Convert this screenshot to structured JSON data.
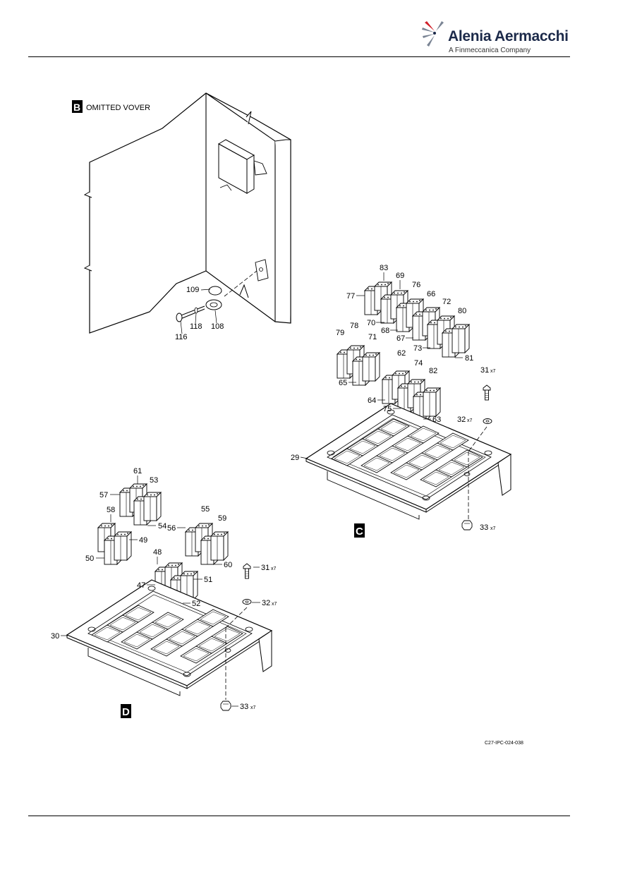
{
  "header": {
    "company": "Alenia Aermacchi",
    "tagline": "A Finmeccanica Company"
  },
  "views": {
    "B": {
      "letter": "B",
      "title": "OMITTED VOVER"
    },
    "C": {
      "letter": "C"
    },
    "D": {
      "letter": "D"
    }
  },
  "callouts": {
    "b109": "109",
    "b116": "116",
    "b118": "118",
    "b108": "108",
    "c83": "83",
    "c69": "69",
    "c77": "77",
    "c76": "76",
    "c66": "66",
    "c72": "72",
    "c80": "80",
    "c70": "70",
    "c68": "68",
    "c67": "67",
    "c73": "73",
    "c81": "81",
    "c79": "79",
    "c78": "78",
    "c71": "71",
    "c65": "65",
    "c62": "62",
    "c74": "74",
    "c82": "82",
    "c64": "64",
    "c75": "75",
    "c63": "63",
    "c31": "31",
    "c32": "32",
    "c29": "29",
    "c33": "33",
    "d61": "61",
    "d53": "53",
    "d57": "57",
    "d58": "58",
    "d54": "54",
    "d49": "49",
    "d50": "50",
    "d55": "55",
    "d59": "59",
    "d56": "56",
    "d60": "60",
    "d48": "48",
    "d47": "47",
    "d51": "51",
    "d52": "52",
    "d31": "31",
    "d32": "32",
    "d30": "30",
    "d33": "33"
  },
  "multipliers": {
    "x7": "x7"
  },
  "figure_ref": "C27-IPC-024-038"
}
